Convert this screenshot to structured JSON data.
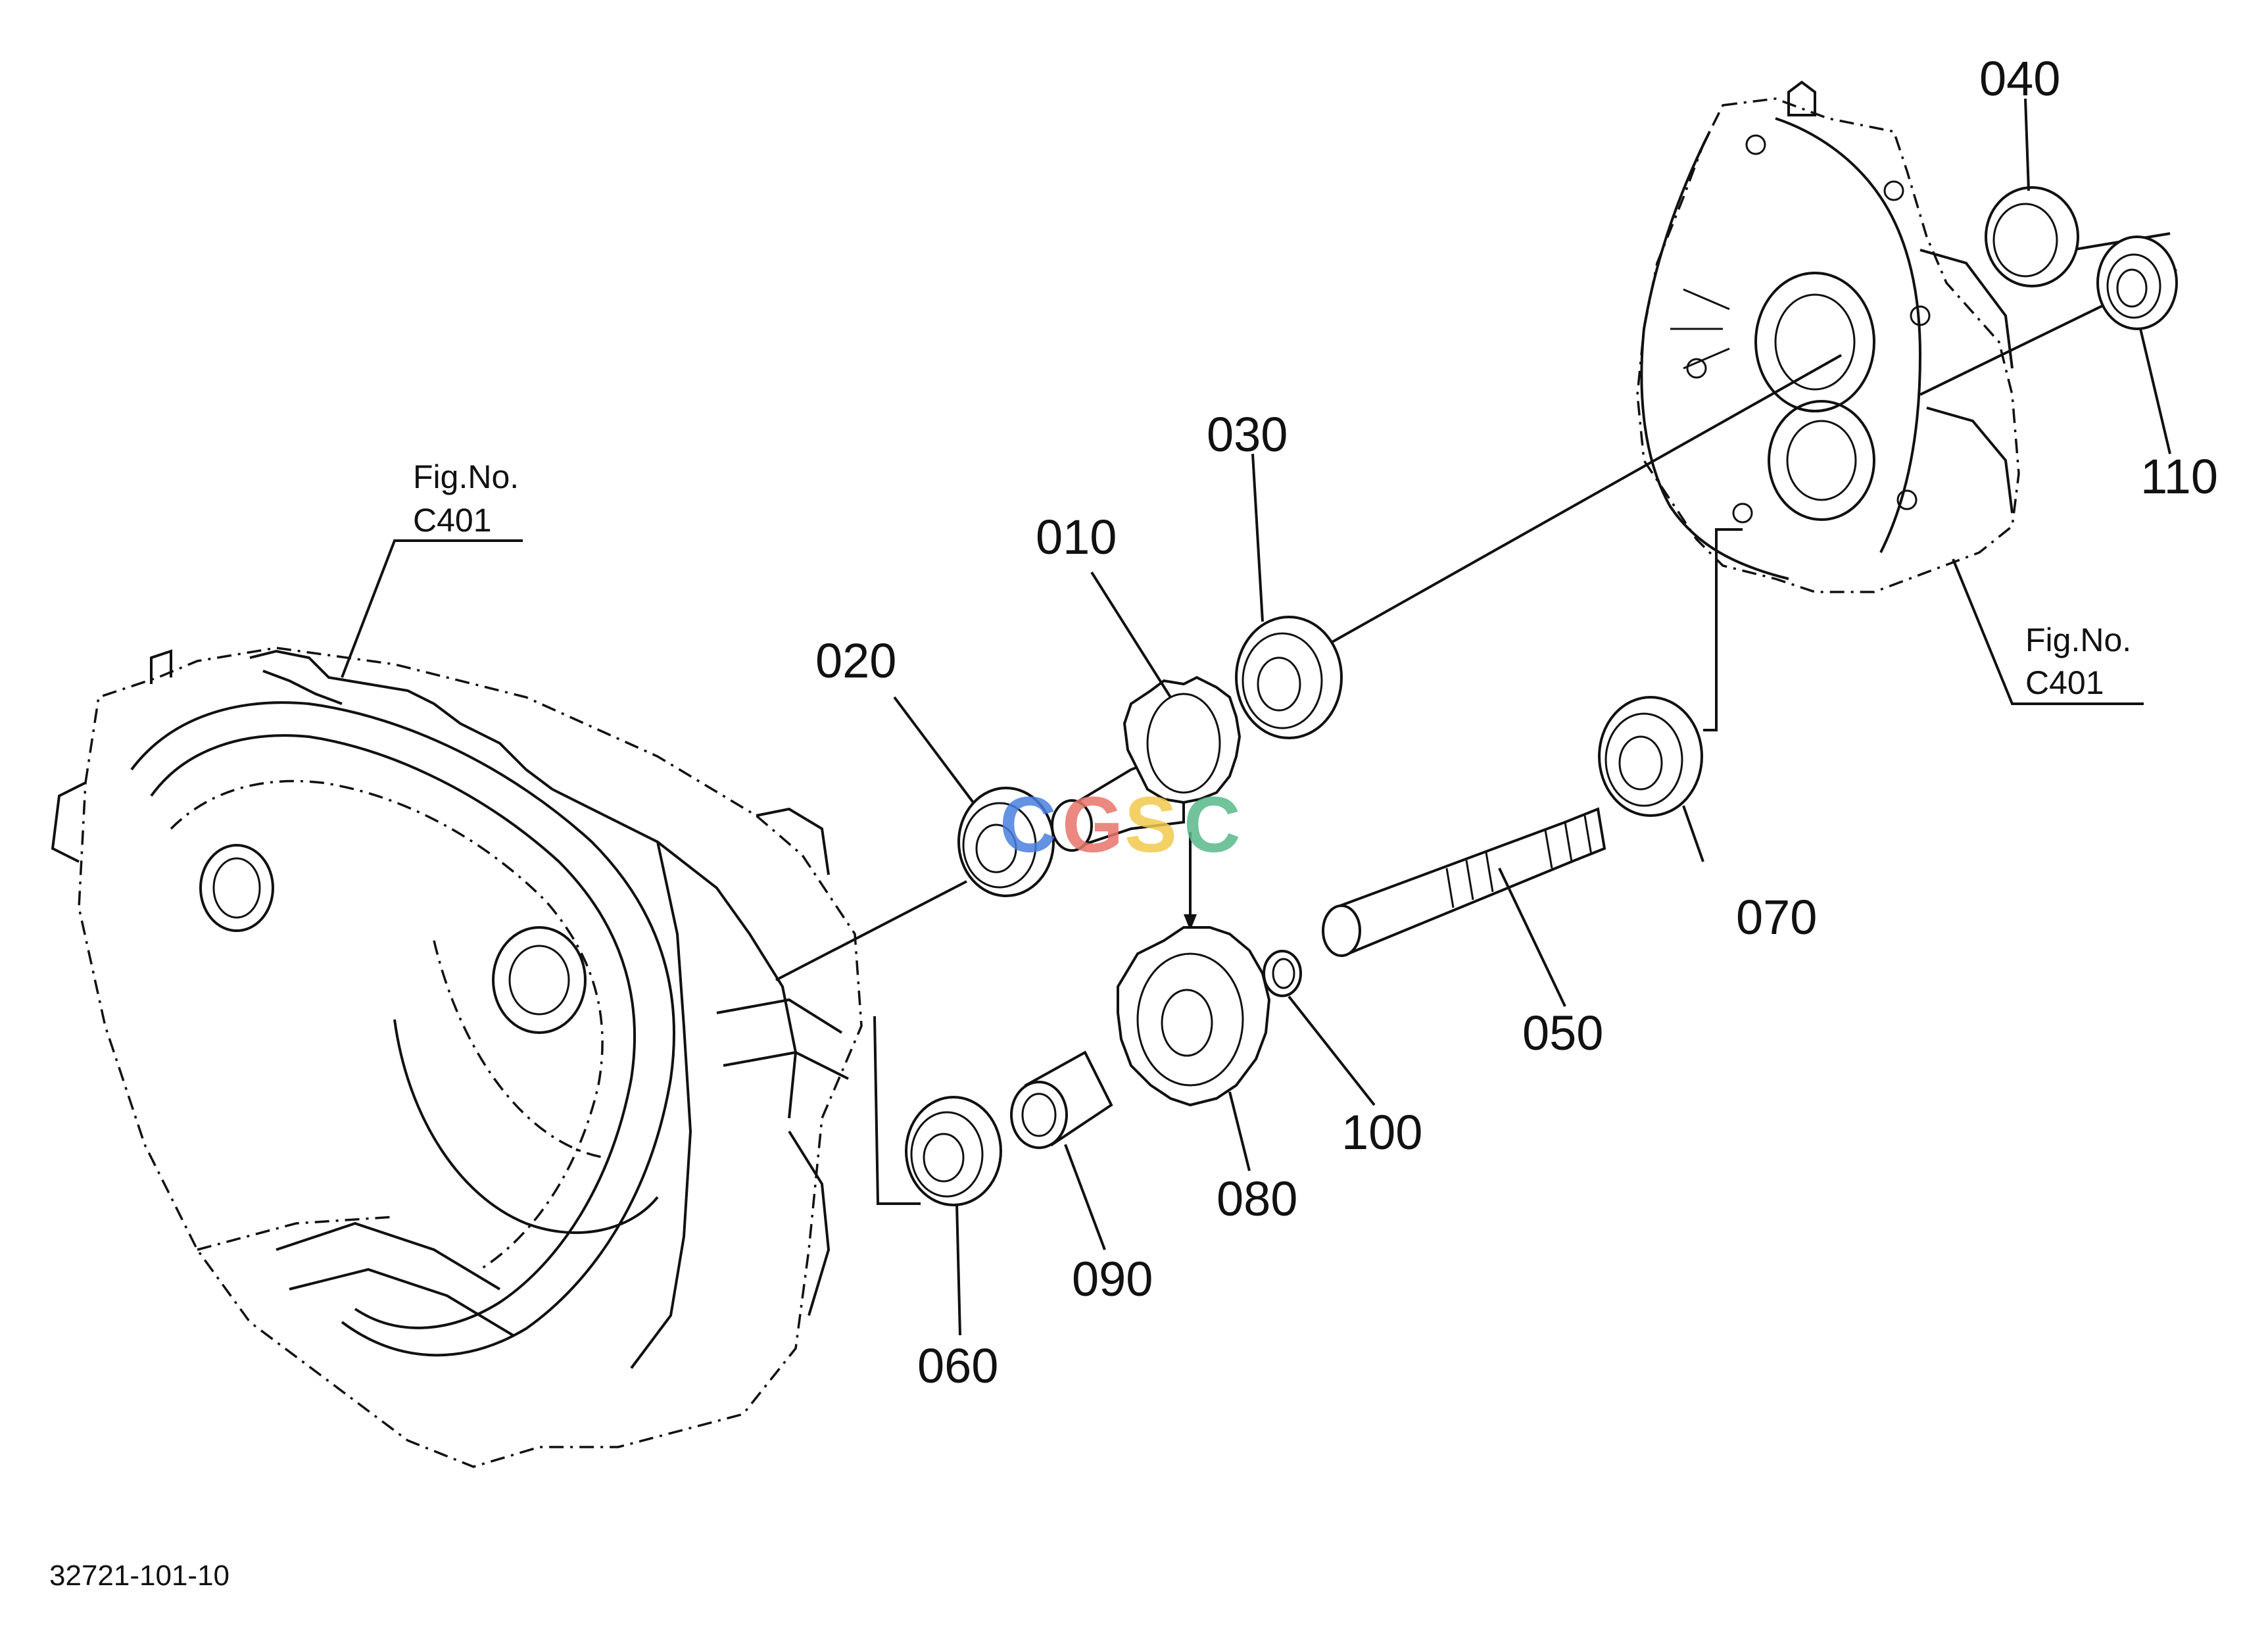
{
  "diagram": {
    "callouts": [
      {
        "id": "010",
        "text": "010"
      },
      {
        "id": "020",
        "text": "020"
      },
      {
        "id": "030",
        "text": "030"
      },
      {
        "id": "040",
        "text": "040"
      },
      {
        "id": "050",
        "text": "050"
      },
      {
        "id": "060",
        "text": "060"
      },
      {
        "id": "070",
        "text": "070"
      },
      {
        "id": "080",
        "text": "080"
      },
      {
        "id": "090",
        "text": "090"
      },
      {
        "id": "100",
        "text": "100"
      },
      {
        "id": "110",
        "text": "110"
      }
    ],
    "fig_refs": [
      {
        "line1": "Fig.No.",
        "line2": "C401"
      },
      {
        "line1": "Fig.No.",
        "line2": "C401"
      }
    ],
    "drawing_number": "32721-101-10",
    "watermark": {
      "text": "CGSC",
      "colors": [
        "#4a7fe0",
        "#e8746b",
        "#f2c94c",
        "#58b98a"
      ]
    }
  }
}
